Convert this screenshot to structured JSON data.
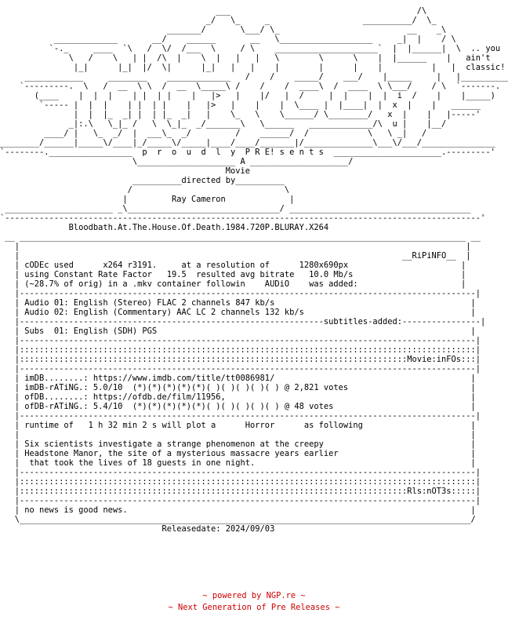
{
  "nfo_text": "                                            ___                                      /\\\n                                          _/   \\_     _                   __________/  \\_\n                                  _______/       \\___/ \\_                          __    _\\\n           _____________       __/    ______       __   \\___________________     _|  |    / \\\n          `-._     ____  `\\   /  \\/  /___  \\     / \\    _____________________`  |  |______|  \\  .. you\n              \\   /    \\   | |  /\\  |    \\  |   |   |   \\        \\      \\    |  |______    |   ain't\n               |_|      |_|  |/  \\|      |_|   |   |    |        |      |    |          |   |  classic!\n     ____________     ________    _____________   /    /    _____/    ___/    |_____     |   |____________\n    `---------.  \\   /  __  \\ \\  /  __  \\_____\\ /    /    /  ____\\  /  ____  \\ \\___/    / \\  `-------.\n       (____    |  |  |    | |  | |    |   |>   |    |/   |  /     |  |    |  |  i  /    |    |_____)\n        `----- |  |  |    | |  | |    |   |>   |    |    |  \\____ |  |____|  |  x  |    |   ______\n               |  |  |_  _| |  | |_  _|   |    \\_   \\    \\______/ \\________/   x  |    |   |-----'\n              _|:.\\   \\_|_ /   \\  \\_|_  _/_______\\   \\______   _____________/\\  u |    |__/\n         ____/ |   \\_  _/  |  ___\\_  _/         /    ______/  /            \\   \\ _|   /\n________/______|_____\\/____|_/_____\\/_____|____/____/_______|/______________\\___\\/___/_______________\n`--------._________________  p  r  o  u  d  l  y  P R E! s e n t s  ______________________.---------'\n                           \\____________________ A ____________________/\n                                              Movie\n                           __________directed by__________\n                          /                               \\\n                         |         Ray Cameron             |\n ______________________ _\\_______________________________/ _____________________________________\n`-------------------------------------------------------------------------------------------------'\n              Bloodbath.At.The.House.Of.Death.1984.720P.BLURAY.X264\n __ ___________________________________________________________________________________________ __\n   |                                                                                           |\n   |                                                                              __RiPiNFO__  |\n   | cODEc used      x264 r3191.     at a resolution of      1280x690px                       |\n   | using Constant Rate Factor   19.5  resulted avg bitrate   10.0 Mb/s                      |\n   | (~28.7% of orig) in a .mkv container followin    AUDiO    was added:                     |\n   |---------------------------------------------------------------------------------------------|\n   | Audio 01: English (Stereo) FLAC 2 channels 847 kb/s                                        |\n   | Audio 02: English (Commentary) AAC LC 2 channels 132 kb/s                                  |\n   |--------------------------------------------------------------subtitles-added:----------------|\n   | Subs  01: English (SDH) PGS                                                                |\n   |---------------------------------------------------------------------------------------------|\n   |:::::::::::::::::::::::::::::::::::::::::::::::::::::::::::::::::::::::::::::::::::::::::::::|\n   |:::::::::::::::::::::::::::::::::::::::::::::::::::::::::::::::::::::::::::::::Movie:inFOs:::|\n   |---------------------------------------------------------------------------------------------|\n   | imDB........: https://www.imdb.com/title/tt0086981/                                        |\n   | imDB-rATiNG.: 5.0/10  (*)(*)(*)(*)(*)( )( )( )( )( ) @ 2,821 votes                         |\n   | ofDB........: https://ofdb.de/film/11956,                                                  |\n   | ofDB-rATiNG.: 5.4/10  (*)(*)(*)(*)(*)( )( )( )( )( ) @ 48 votes                            |\n   |---------------------------------------------------------------------------------------------|\n   | runtime of   1 h 32 min 2 s will plot a      Horror      as following                      |\n   |                                                                                            |\n   | Six scientists investigate a strange phenomenon at the creepy                              |\n   | Headstone Manor, the site of a mysterious massacre years earlier                           |\n   |  that took the lives of 18 guests in one night.                                            |\n   |---------------------------------------------------------------------------------------------|\n   |:::::::::::::::::::::::::::::::::::::::::::::::::::::::::::::::::::::::::::::::::::::::::::::|\n   |:::::::::::::::::::::::::::::::::::::::::::::::::::::::::::::::::::::::::::::::Rls:nOT3s:::::|\n   |---------------------------------------------------------------------------------------------|\n   | no news is good news.                                                                      |\n   \\____________________________________________________________________________________________/\n                                 Releasedate: 2024/09/03",
  "footer": {
    "line1": "~ powered by NGP.re ~",
    "line2": "~ Next Generation of Pre Releases ~"
  },
  "colors": {
    "text": "#000000",
    "footer": "#cc0000",
    "background": "#ffffff"
  }
}
